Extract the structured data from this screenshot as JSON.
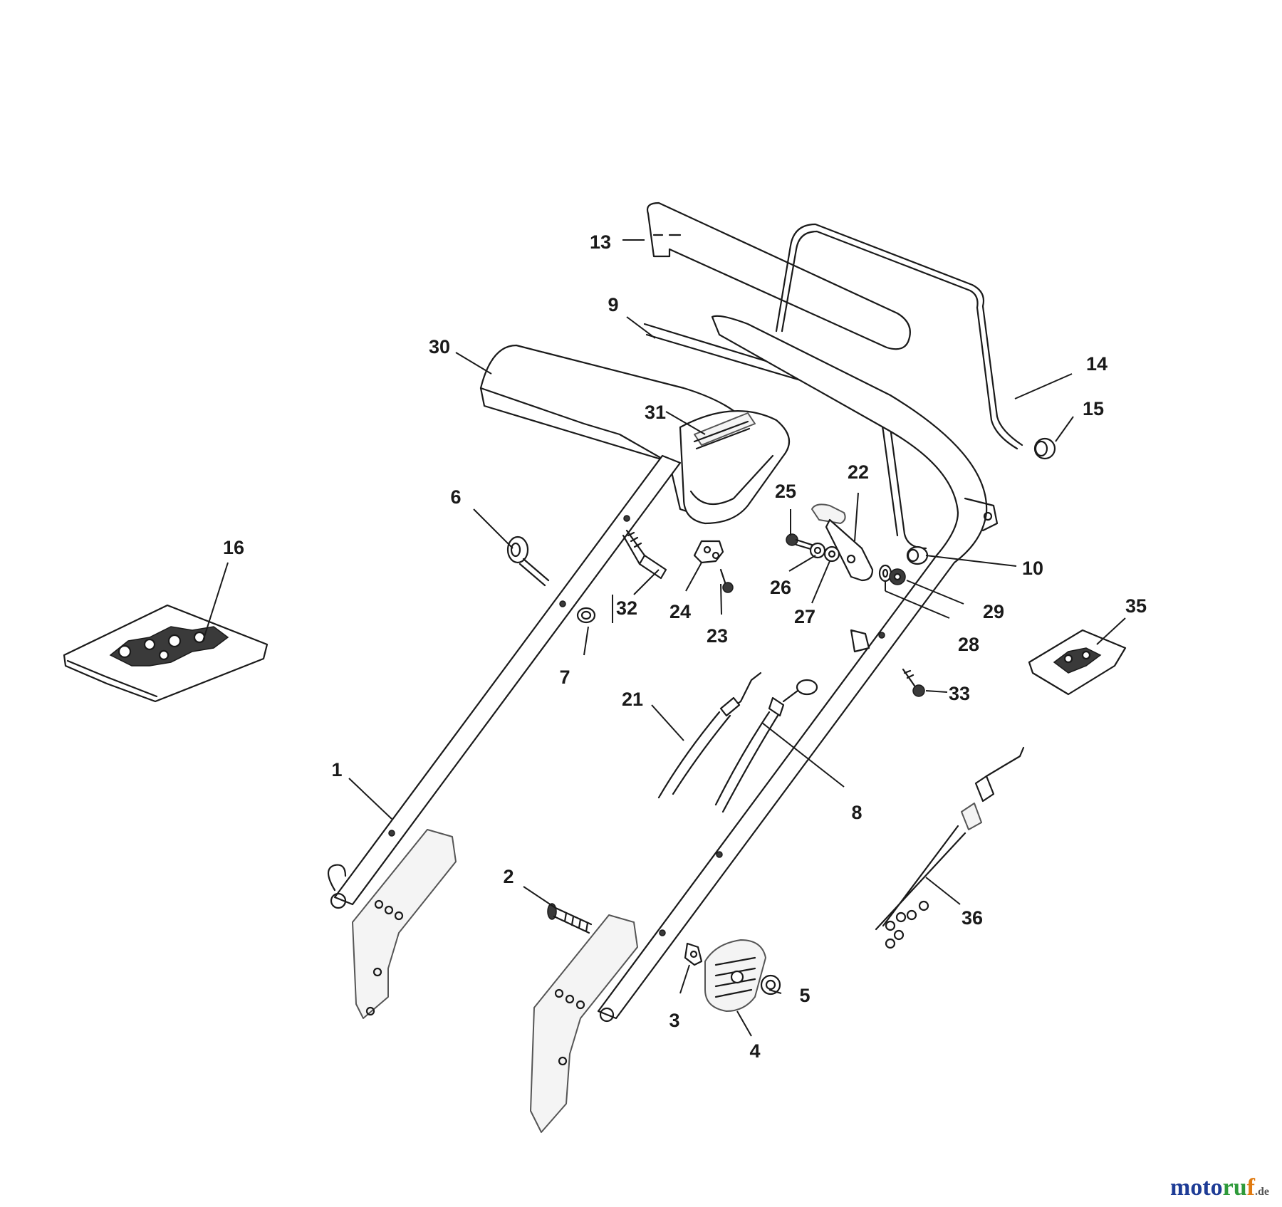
{
  "diagram": {
    "callouts": [
      "1",
      "2",
      "3",
      "4",
      "5",
      "6",
      "7",
      "8",
      "9",
      "10",
      "13",
      "14",
      "15",
      "16",
      "21",
      "22",
      "23",
      "24",
      "25",
      "26",
      "27",
      "28",
      "29",
      "30",
      "31",
      "32",
      "33",
      "35",
      "36"
    ]
  },
  "watermark": {
    "part_a": "moto",
    "part_b": "ru",
    "part_c": "f",
    "part_d": ".de"
  }
}
